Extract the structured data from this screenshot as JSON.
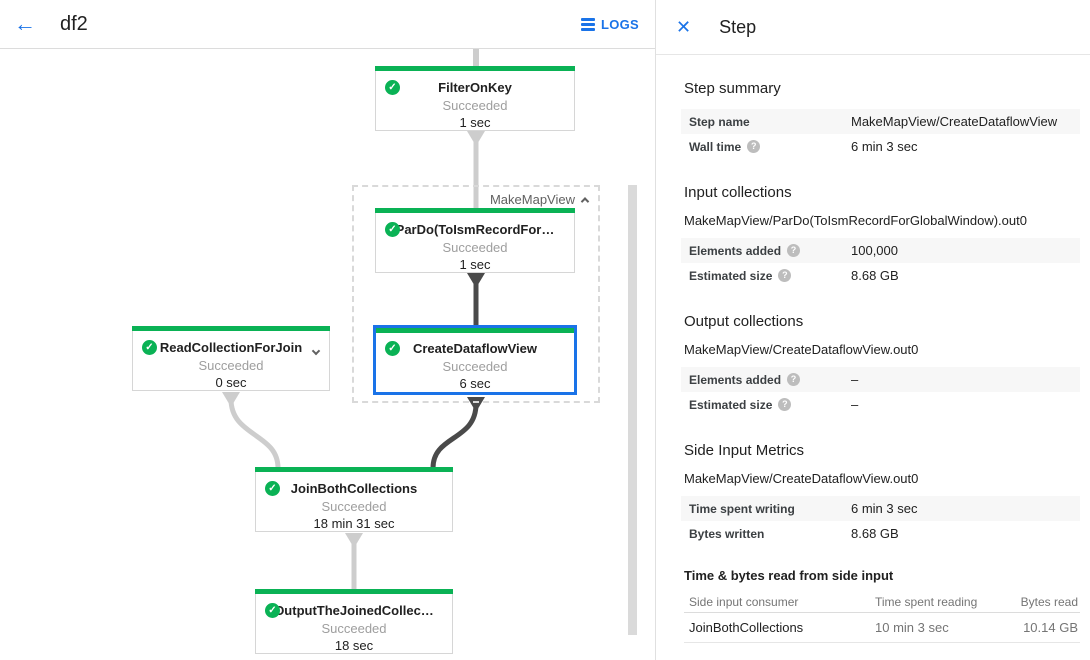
{
  "header": {
    "title": "df2",
    "logs_label": "LOGS"
  },
  "panel": {
    "title": "Step",
    "sections": {
      "step_summary": {
        "heading": "Step summary",
        "rows": [
          {
            "label": "Step name",
            "value": "MakeMapView/CreateDataflowView"
          },
          {
            "label": "Wall time",
            "value": "6 min 3 sec"
          }
        ]
      },
      "input_collections": {
        "heading": "Input collections",
        "subtitle": "MakeMapView/ParDo(ToIsmRecordForGlobalWindow).out0",
        "rows": [
          {
            "label": "Elements added",
            "value": "100,000"
          },
          {
            "label": "Estimated size",
            "value": "8.68 GB"
          }
        ]
      },
      "output_collections": {
        "heading": "Output collections",
        "subtitle": "MakeMapView/CreateDataflowView.out0",
        "rows": [
          {
            "label": "Elements added",
            "value": "–"
          },
          {
            "label": "Estimated size",
            "value": "–"
          }
        ]
      },
      "side_input_metrics": {
        "heading": "Side Input Metrics",
        "subtitle": "MakeMapView/CreateDataflowView.out0",
        "rows": [
          {
            "label": "Time spent writing",
            "value": "6 min 3 sec"
          },
          {
            "label": "Bytes written",
            "value": "8.68 GB"
          }
        ]
      },
      "side_input_table": {
        "heading": "Time & bytes read from side input",
        "columns": [
          "Side input consumer",
          "Time spent reading",
          "Bytes read"
        ],
        "rows": [
          {
            "consumer": "JoinBothCollections",
            "time_reading": "10 min 3 sec",
            "bytes_read": "10.14 GB"
          }
        ]
      }
    }
  },
  "graph": {
    "group_label": "MakeMapView",
    "nodes": [
      {
        "title": "FilterOnKey",
        "status": "Succeeded",
        "time": "1 sec"
      },
      {
        "title": "ParDo(ToIsmRecordFor…",
        "status": "Succeeded",
        "time": "1 sec"
      },
      {
        "title": "CreateDataflowView",
        "status": "Succeeded",
        "time": "6 sec"
      },
      {
        "title": "ReadCollectionForJoin",
        "status": "Succeeded",
        "time": "0 sec"
      },
      {
        "title": "JoinBothCollections",
        "status": "Succeeded",
        "time": "18 min 31 sec"
      },
      {
        "title": "OutputTheJoinedCollec…",
        "status": "Succeeded",
        "time": "18 sec"
      }
    ]
  },
  "colors": {
    "green": "#0ab255",
    "blue": "#1a73e8",
    "status_gray": "#9e9e9e"
  }
}
